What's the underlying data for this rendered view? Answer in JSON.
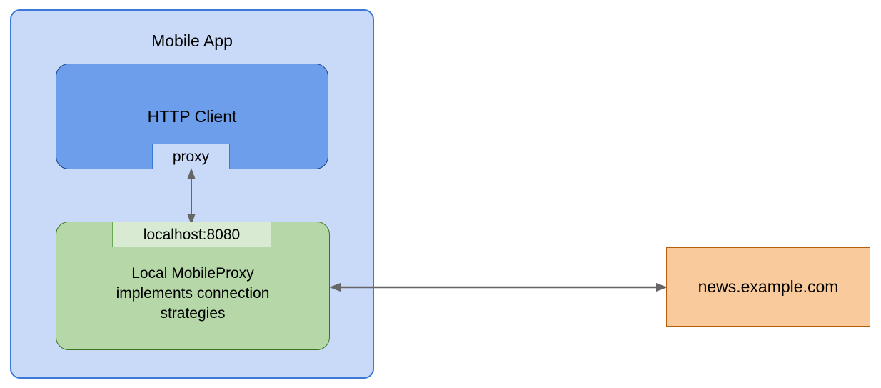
{
  "diagram": {
    "title": "Mobile App",
    "nodes": {
      "mobile_app": {
        "label": "Mobile App",
        "fill": "#c9daf8",
        "stroke": "#3c78d8"
      },
      "http_client": {
        "label": "HTTP Client",
        "fill": "#6d9eeb",
        "stroke": "#1c4587"
      },
      "proxy_port": {
        "label": "proxy",
        "fill": "#c9daf8",
        "stroke": "#3c78d8"
      },
      "localhost_port": {
        "label": "localhost:8080",
        "fill": "#d9ead3",
        "stroke": "#6aa84f"
      },
      "local_proxy": {
        "label": "Local MobileProxy implements connection strategies",
        "line1": "Local MobileProxy",
        "line2": "implements connection",
        "line3": "strategies",
        "fill": "#b6d7a8",
        "stroke": "#38761d"
      },
      "remote_host": {
        "label": "news.example.com",
        "fill": "#f9cb9c",
        "stroke": "#b45f06"
      }
    },
    "edges": [
      {
        "name": "proxy-to-localhost",
        "from": "proxy_port",
        "to": "localhost_port",
        "direction": "bidirectional",
        "orientation": "vertical",
        "color": "#666666"
      },
      {
        "name": "local-proxy-to-remote-host",
        "from": "local_proxy",
        "to": "remote_host",
        "direction": "bidirectional",
        "orientation": "horizontal",
        "color": "#666666"
      }
    ]
  }
}
